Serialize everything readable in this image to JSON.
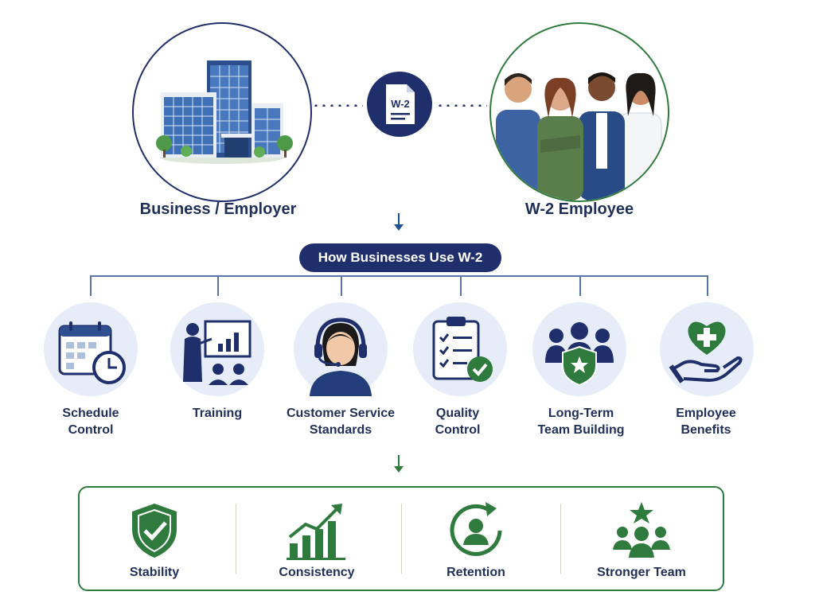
{
  "top": {
    "employer_label": "Business / Employer",
    "employee_label": "W-2 Employee",
    "document_label": "W-2"
  },
  "header": {
    "title": "How Businesses Use W-2"
  },
  "uses": [
    {
      "label_line1": "Schedule",
      "label_line2": "Control",
      "icon": "calendar-clock-icon"
    },
    {
      "label_line1": "Training",
      "label_line2": "",
      "icon": "trainer-presentation-icon"
    },
    {
      "label_line1": "Customer Service",
      "label_line2": "Standards",
      "icon": "headset-agent-icon"
    },
    {
      "label_line1": "Quality",
      "label_line2": "Control",
      "icon": "checklist-clipboard-icon"
    },
    {
      "label_line1": "Long-Term",
      "label_line2": "Team Building",
      "icon": "team-shield-icon"
    },
    {
      "label_line1": "Employee",
      "label_line2": "Benefits",
      "icon": "heart-hand-icon"
    }
  ],
  "outcomes": [
    {
      "label": "Stability",
      "icon": "shield-check-icon"
    },
    {
      "label": "Consistency",
      "icon": "growth-chart-icon"
    },
    {
      "label": "Retention",
      "icon": "person-cycle-icon"
    },
    {
      "label": "Stronger Team",
      "icon": "team-star-icon"
    }
  ],
  "colors": {
    "navy": "#1f2f6b",
    "green": "#2f7a3d",
    "light_blue": "#e6edf8"
  }
}
